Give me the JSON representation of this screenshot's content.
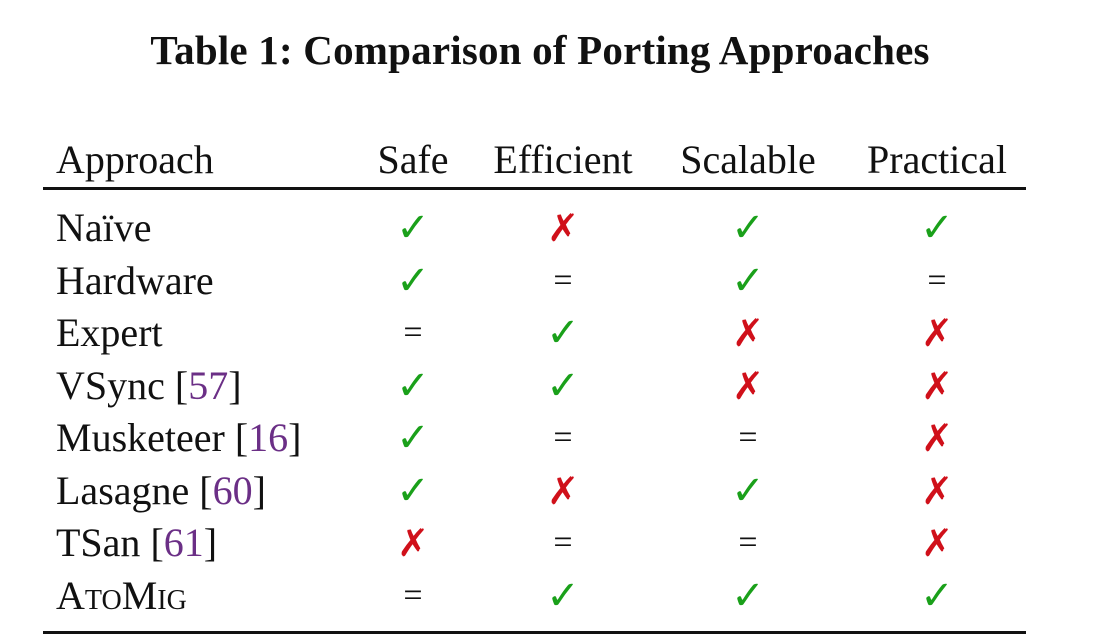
{
  "caption": "Table 1: Comparison of Porting Approaches",
  "columns": [
    "Approach",
    "Safe",
    "Efficient",
    "Scalable",
    "Practical"
  ],
  "symbols": {
    "check": "✓",
    "cross": "✗",
    "equal": "="
  },
  "colors": {
    "check": "#1aa01a",
    "cross": "#d0101a",
    "citation": "#6b2f86"
  },
  "rows": [
    {
      "name": "Naïve",
      "ref": "",
      "marks": [
        "check",
        "cross",
        "check",
        "check"
      ]
    },
    {
      "name": "Hardware",
      "ref": "",
      "marks": [
        "check",
        "equal",
        "check",
        "equal"
      ]
    },
    {
      "name": "Expert",
      "ref": "",
      "marks": [
        "equal",
        "check",
        "cross",
        "cross"
      ]
    },
    {
      "name": "VSync",
      "ref": "57",
      "marks": [
        "check",
        "check",
        "cross",
        "cross"
      ]
    },
    {
      "name": "Musketeer",
      "ref": "16",
      "marks": [
        "check",
        "equal",
        "equal",
        "cross"
      ]
    },
    {
      "name": "Lasagne",
      "ref": "60",
      "marks": [
        "check",
        "cross",
        "check",
        "cross"
      ]
    },
    {
      "name": "TSan",
      "ref": "61",
      "marks": [
        "cross",
        "equal",
        "equal",
        "cross"
      ]
    },
    {
      "name": "AtoMig",
      "ref": "",
      "marks": [
        "equal",
        "check",
        "check",
        "check"
      ]
    }
  ]
}
